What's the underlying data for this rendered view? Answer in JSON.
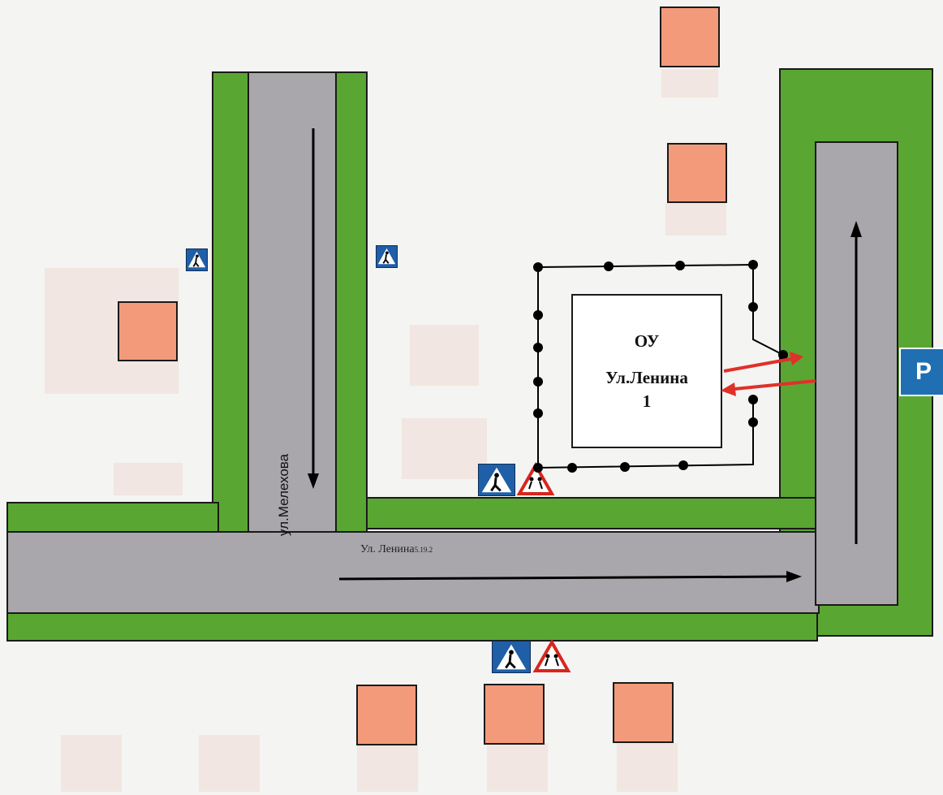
{
  "map": {
    "school": {
      "line1": "ОУ",
      "line2": "Ул.Ленина",
      "line3": "1"
    },
    "streets": {
      "horizontal_label": "Ул. Ленина",
      "horizontal_sign_code": "5.19.2",
      "vertical_label": "ул.Мелехова"
    },
    "parking_label": "P",
    "colors": {
      "grass": "#5aa632",
      "road": "#a9a7ab",
      "house": "#f39a7a",
      "sign_blue": "#1f5fa8",
      "route_red": "#e0302a"
    },
    "icons": [
      "pedestrian-crossing-sign",
      "children-warning-sign",
      "parking-sign",
      "direction-arrow",
      "fence"
    ]
  }
}
